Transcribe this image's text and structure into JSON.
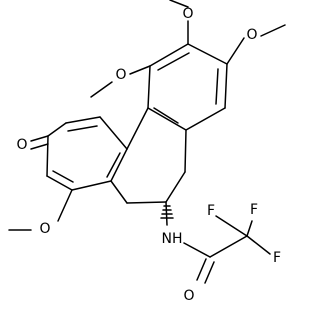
{
  "molecule": {
    "atoms": {
      "O_top": "O",
      "O_left": "O",
      "O_right": "O",
      "O_ketone": "O",
      "O_ring": "O",
      "N_amide": "NH",
      "O_amide": "O",
      "F_top_left": "F",
      "F_top_right": "F",
      "F_right": "F"
    },
    "colors": {
      "bond": "#000000",
      "label": "#000000",
      "background": "#ffffff"
    }
  }
}
